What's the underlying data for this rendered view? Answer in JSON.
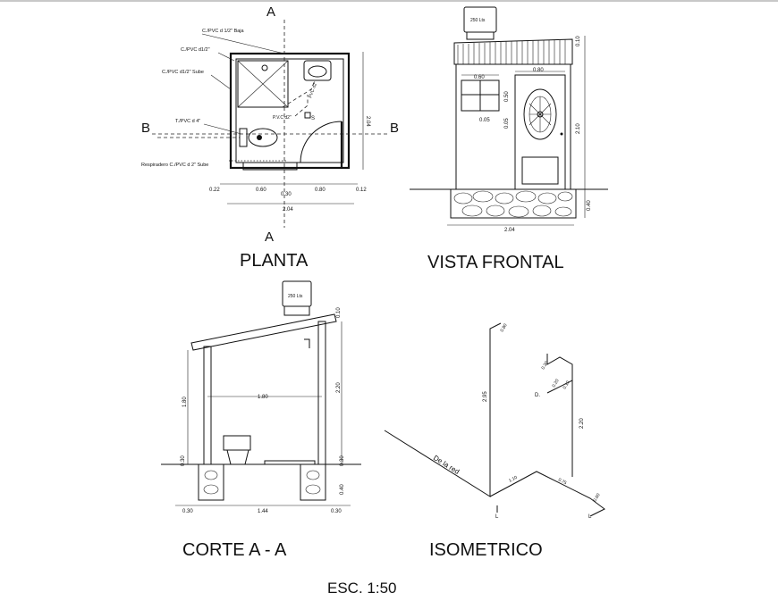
{
  "titles": {
    "planta": "PLANTA",
    "vista_frontal": "VISTA FRONTAL",
    "corte": "CORTE  A - A",
    "isometrico": "ISOMETRICO",
    "scale": "ESC. 1:50"
  },
  "planta": {
    "cut_a": "A",
    "cut_b": "B",
    "notes": {
      "n1": "C./PVC d  1/2\" Baja",
      "n2": "C./PVC d1/2\"",
      "n3": "C./PVC d1/2\" Sube",
      "n4": "T./PVC d 4\"",
      "n5": "Respiradero C./PVC d 2\" Sube",
      "n6": "P.V.C d2\"",
      "n7": "PVC d2\"",
      "drain": "S"
    },
    "dims": {
      "d022": "0.22",
      "d060": "0.60",
      "d030": "0.30",
      "d080": "0.80",
      "d012": "0.12",
      "d204": "2.04",
      "d204v": "2.04"
    }
  },
  "vista": {
    "tank": "250 Lts",
    "dims": {
      "d060": "0.60",
      "d080": "0.80",
      "d050": "0.50",
      "d005": "0.05",
      "d010": "0.10",
      "d210": "2.10",
      "d040": "0.40",
      "d204": "2.04",
      "d005b": "0.05"
    }
  },
  "corte": {
    "tank": "250 Lts",
    "dims": {
      "d180h": "1.80",
      "d180v": "1.80",
      "d220": "2.20",
      "d010": "0.10",
      "d030a": "0.30",
      "d030b": "0.30",
      "d030c": "0.30",
      "d030d": "0.30",
      "d144": "1.44",
      "d040": "0.40"
    }
  },
  "iso": {
    "red": "De la red",
    "dims": {
      "d080": "0.80",
      "d295": "2.95",
      "d110": "1.10",
      "d075": "0.75",
      "d060": "0.60",
      "d220": "2.20",
      "d030": "0.30",
      "d020": "0.20",
      "d010": "0.10"
    },
    "labels": {
      "D": "D.",
      "L1": "L",
      "L2": "L"
    }
  }
}
